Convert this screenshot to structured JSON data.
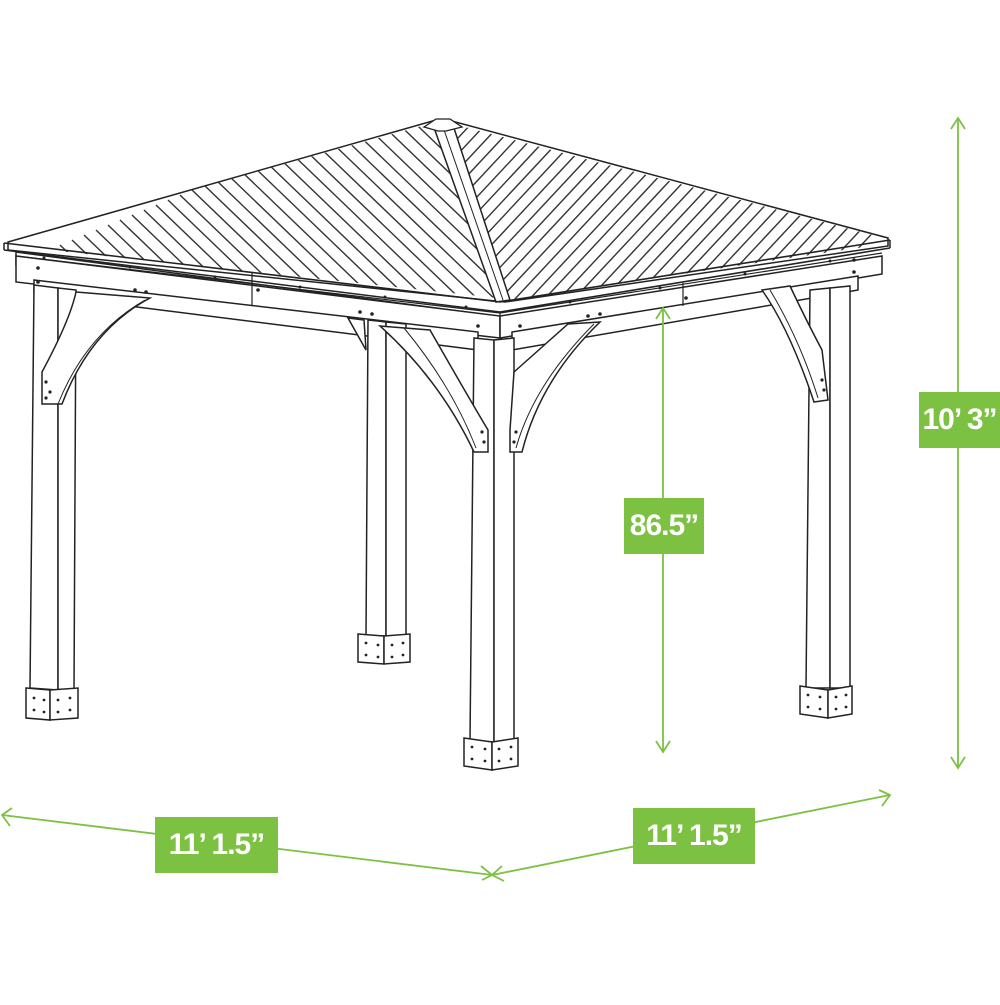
{
  "diagram": {
    "subject": "Hardtop gazebo with wooden posts, curved corner braces and hip metal roof",
    "accent_color": "#7cc142",
    "line_color": "#222222",
    "dimensions": {
      "overall_height": {
        "label": "10’ 3”",
        "orientation": "vertical"
      },
      "clearance_height": {
        "label": "86.5”",
        "orientation": "vertical"
      },
      "width_left": {
        "label": "11’ 1.5”",
        "orientation": "diagonal"
      },
      "width_right": {
        "label": "11’ 1.5”",
        "orientation": "diagonal"
      }
    }
  }
}
